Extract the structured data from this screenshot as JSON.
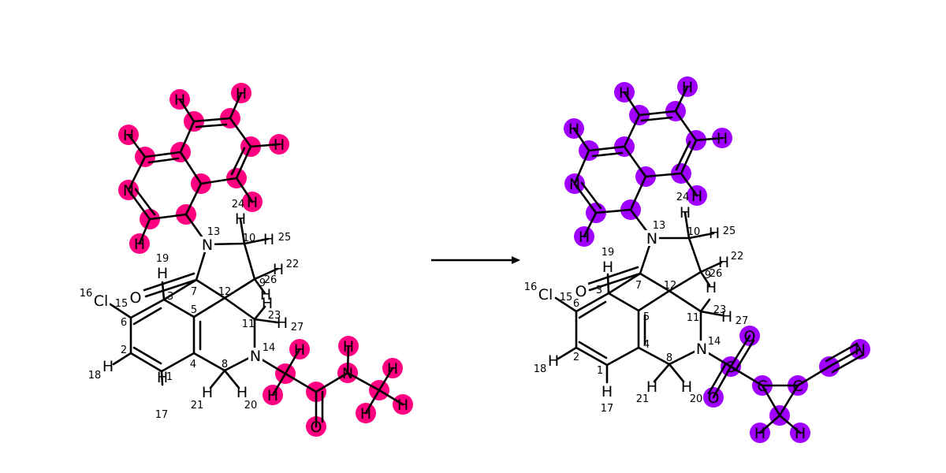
{
  "colors": {
    "reactant_highlight": "#ff0080",
    "product_highlight": "#a000ff",
    "bond": "#000000",
    "background": "#ffffff"
  },
  "arrow": {
    "icon": "right-arrow-icon"
  },
  "reactant": {
    "atom_labels": [
      "H",
      "H",
      "H",
      "H",
      "H",
      "N",
      "H",
      "H",
      "N",
      "H",
      "H",
      "H",
      "H",
      "O",
      "Cl",
      "H",
      "H",
      "H",
      "H",
      "H",
      "N",
      "H",
      "H",
      "N",
      "H",
      "H",
      "H",
      "O",
      "H",
      "H"
    ],
    "index_labels": [
      "24",
      "13",
      "19",
      "10",
      "25",
      "22",
      "26",
      "9",
      "7",
      "12",
      "16",
      "15",
      "3",
      "5",
      "6",
      "11",
      "23",
      "27",
      "14",
      "2",
      "18",
      "4",
      "8",
      "1",
      "21",
      "20",
      "17"
    ]
  },
  "product": {
    "atom_labels": [
      "H",
      "H",
      "H",
      "H",
      "H",
      "N",
      "H",
      "H",
      "N",
      "H",
      "H",
      "H",
      "H",
      "O",
      "Cl",
      "H",
      "H",
      "H",
      "N",
      "S",
      "O",
      "O",
      "C",
      "C",
      "N",
      "H",
      "H",
      "H",
      "H"
    ],
    "index_labels": [
      "24",
      "13",
      "19",
      "10",
      "25",
      "22",
      "26",
      "9",
      "7",
      "12",
      "16",
      "15",
      "3",
      "5",
      "6",
      "11",
      "23",
      "27",
      "14",
      "2",
      "18",
      "4",
      "8",
      "1",
      "21",
      "20",
      "17"
    ]
  }
}
